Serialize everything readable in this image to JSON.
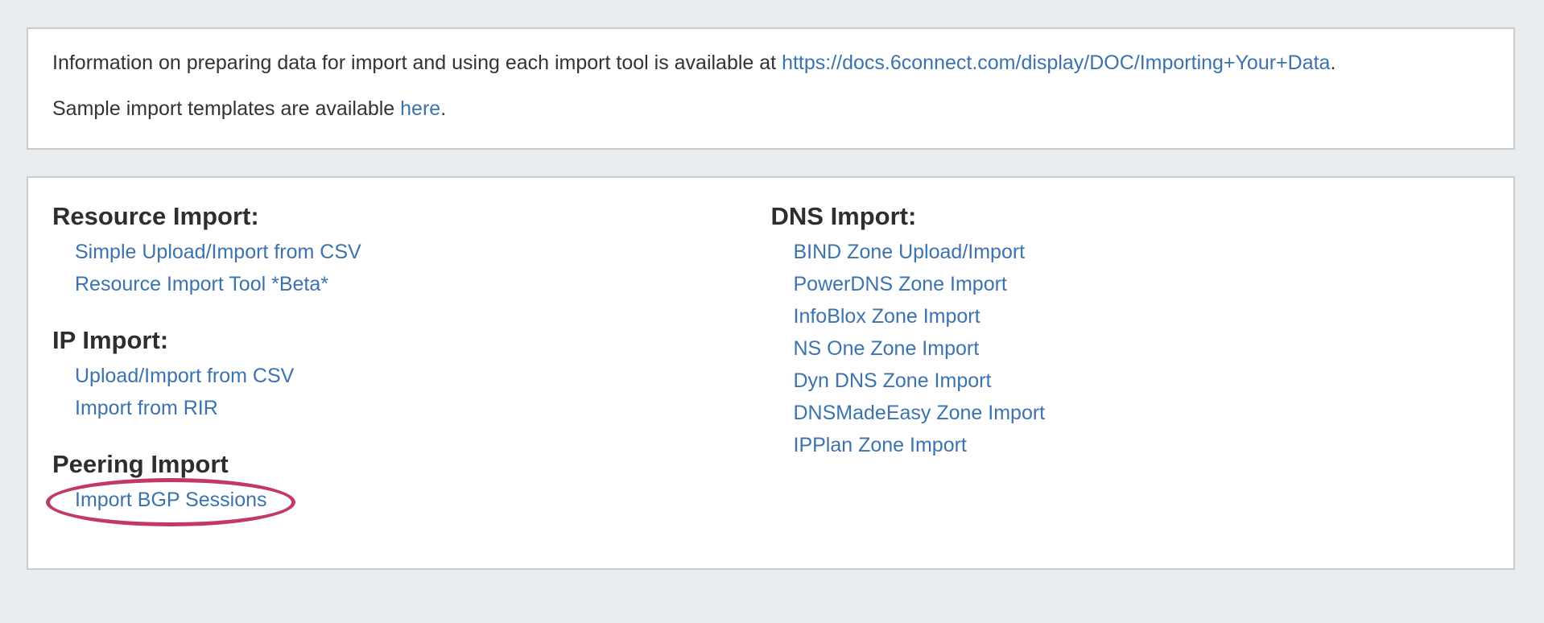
{
  "colors": {
    "page_background": "#e9edf0",
    "panel_background": "#ffffff",
    "panel_border": "#cbcbcb",
    "text": "#333333",
    "link": "#3b73af",
    "annotation": "#c23a61"
  },
  "info_panel": {
    "line1_prefix": "Information on preparing data for import and using each import tool is available at ",
    "line1_link": "https://docs.6connect.com/display/DOC/Importing+Your+Data",
    "line1_suffix": ".",
    "line2_prefix": "Sample import templates are available ",
    "line2_link": "here",
    "line2_suffix": "."
  },
  "import_panel": {
    "left_sections": [
      {
        "heading": "Resource Import:",
        "links": [
          "Simple Upload/Import from CSV",
          "Resource Import Tool *Beta*"
        ]
      },
      {
        "heading": "IP Import:",
        "links": [
          "Upload/Import from CSV",
          "Import from RIR"
        ]
      },
      {
        "heading": "Peering Import",
        "links": [
          "Import BGP Sessions"
        ]
      }
    ],
    "right_sections": [
      {
        "heading": "DNS Import:",
        "links": [
          "BIND Zone Upload/Import",
          "PowerDNS Zone Import",
          "InfoBlox Zone Import",
          "NS One Zone Import",
          "Dyn DNS Zone Import",
          "DNSMadeEasy Zone Import",
          "IPPlan Zone Import"
        ]
      }
    ]
  },
  "annotation": {
    "type": "ellipse",
    "target": "Import BGP Sessions",
    "color": "#c23a61"
  }
}
